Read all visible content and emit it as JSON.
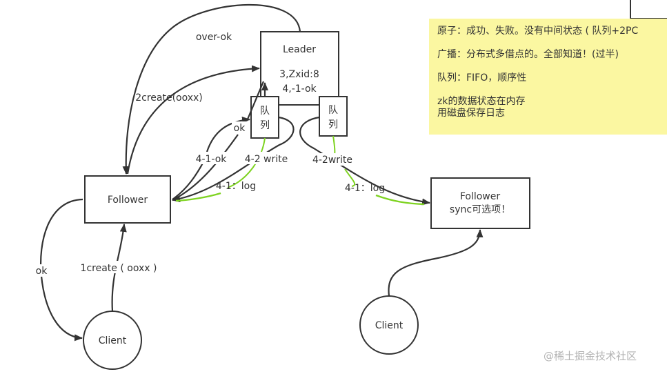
{
  "diagram": {
    "title": "ZooKeeper write flow (Leader / Follower / Client)",
    "nodes": {
      "leader": {
        "label": "Leader",
        "line1": "3,Zxid:8",
        "line2": "4,-1-ok"
      },
      "queue_left": {
        "line1": "队",
        "line2": "列"
      },
      "queue_right": {
        "line1": "队",
        "line2": "列"
      },
      "follower_left": {
        "label": "Follower"
      },
      "follower_right": {
        "line1": "Follower",
        "line2": "sync可选项！"
      },
      "client_left": {
        "label": "Client"
      },
      "client_right": {
        "label": "Client"
      },
      "top_right_box": {
        "label": ""
      }
    },
    "edges": {
      "over_ok": "over-ok",
      "create2": "2create(ooxx)",
      "ok_queue": "ok",
      "ok_41": "4-1-ok",
      "write_42_left": "4-2 write",
      "log_41_left": "4-1：log",
      "write_42_right": "4-2write",
      "log_41_right": "4-1：log",
      "create1": "1create ( ooxx )",
      "ok_client": "ok"
    },
    "colors": {
      "stroke": "#333333",
      "highlight_green": "#7ed321",
      "note_bg": "#fbf7a1"
    }
  },
  "note": {
    "line1": "原子：成功、失败。没有中间状态 ( 队列+2PC",
    "line2": "广播：分布式多借点的。全部知道！(过半)",
    "line3": "队列：FIFO，顺序性",
    "line4a": "zk的数据状态在内存",
    "line4b": "用磁盘保存日志"
  },
  "watermark": "@稀土掘金技术社区"
}
